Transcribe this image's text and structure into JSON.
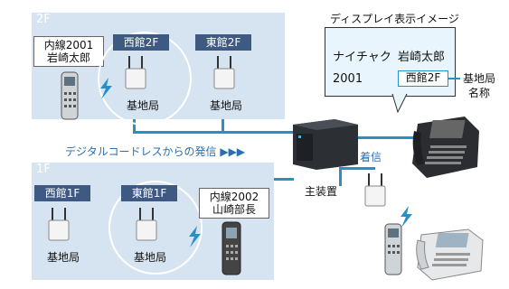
{
  "floor2": {
    "label": "2F",
    "ext_box": {
      "line1": "内線2001",
      "line2": "岩崎太郎"
    },
    "tags": [
      "西館2F",
      "東館2F"
    ],
    "bs_labels": [
      "基地局",
      "基地局"
    ]
  },
  "floor1": {
    "label": "1F",
    "ext_box": {
      "line1": "内線2002",
      "line2": "山崎部長"
    },
    "tags": [
      "西館1F",
      "東館1F"
    ],
    "bs_labels": [
      "基地局",
      "基地局"
    ]
  },
  "digital_label": "デジタルコードレスからの発信 ▶▶▶",
  "incoming_label": "着信",
  "main_unit_label": "主装置",
  "display": {
    "title": "ディスプレイ表示イメージ",
    "name_kana": "ナイチャク",
    "name": "岩崎太郎",
    "number": "2001",
    "station": "西館2F",
    "callout": {
      "line1": "基地局",
      "line2": "名称"
    }
  },
  "colors": {
    "line": "#2a8fc7",
    "tag": "#3e5a82",
    "floor_bg": "#d6e3f0"
  }
}
